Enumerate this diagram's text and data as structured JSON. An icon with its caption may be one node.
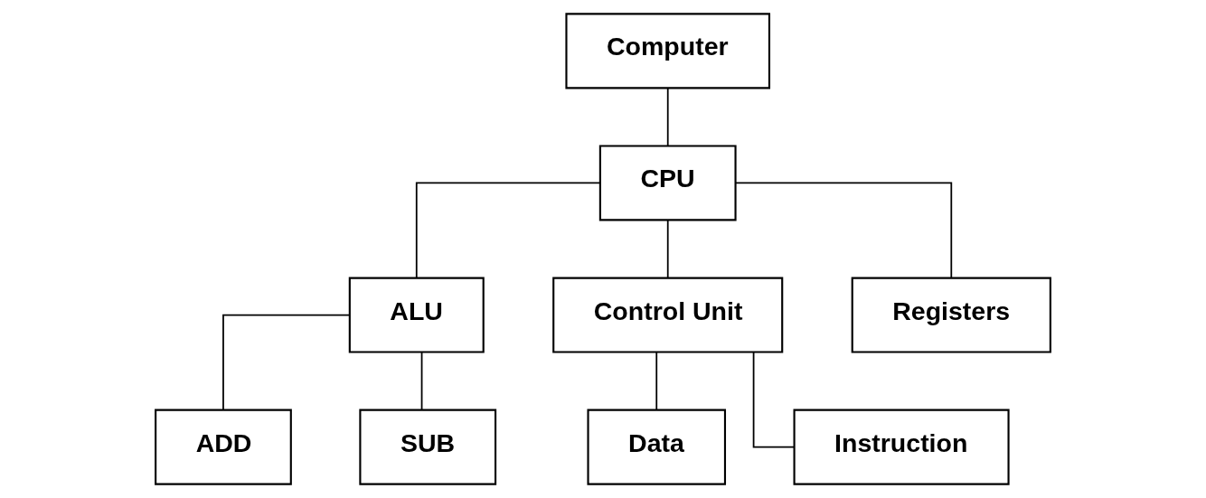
{
  "diagram": {
    "nodes": [
      {
        "text": [
          "Computer"
        ]
      },
      {
        "text": [
          "CPU"
        ]
      },
      {
        "text": [
          "ALU"
        ]
      },
      {
        "text": [
          "Control Unit"
        ]
      },
      {
        "text": [
          "Registers"
        ]
      },
      {
        "text": [
          "ADD"
        ]
      },
      {
        "text": [
          "SUB"
        ]
      },
      {
        "text": [
          "Data"
        ]
      },
      {
        "text": [
          "Instruction"
        ]
      }
    ],
    "edges": [
      {
        "from": 0,
        "to": 1,
        "arrow": "none"
      },
      {
        "from": 1,
        "to": 2,
        "arrow": "none"
      },
      {
        "from": 1,
        "to": 3,
        "arrow": "none"
      },
      {
        "from": 1,
        "to": 4,
        "arrow": "none"
      },
      {
        "from": 2,
        "to": 5,
        "arrow": "none"
      },
      {
        "from": 2,
        "to": 6,
        "arrow": "none"
      },
      {
        "from": 3,
        "to": 7,
        "arrow": "none"
      },
      {
        "from": 3,
        "to": 8,
        "arrow": "none"
      }
    ]
  }
}
